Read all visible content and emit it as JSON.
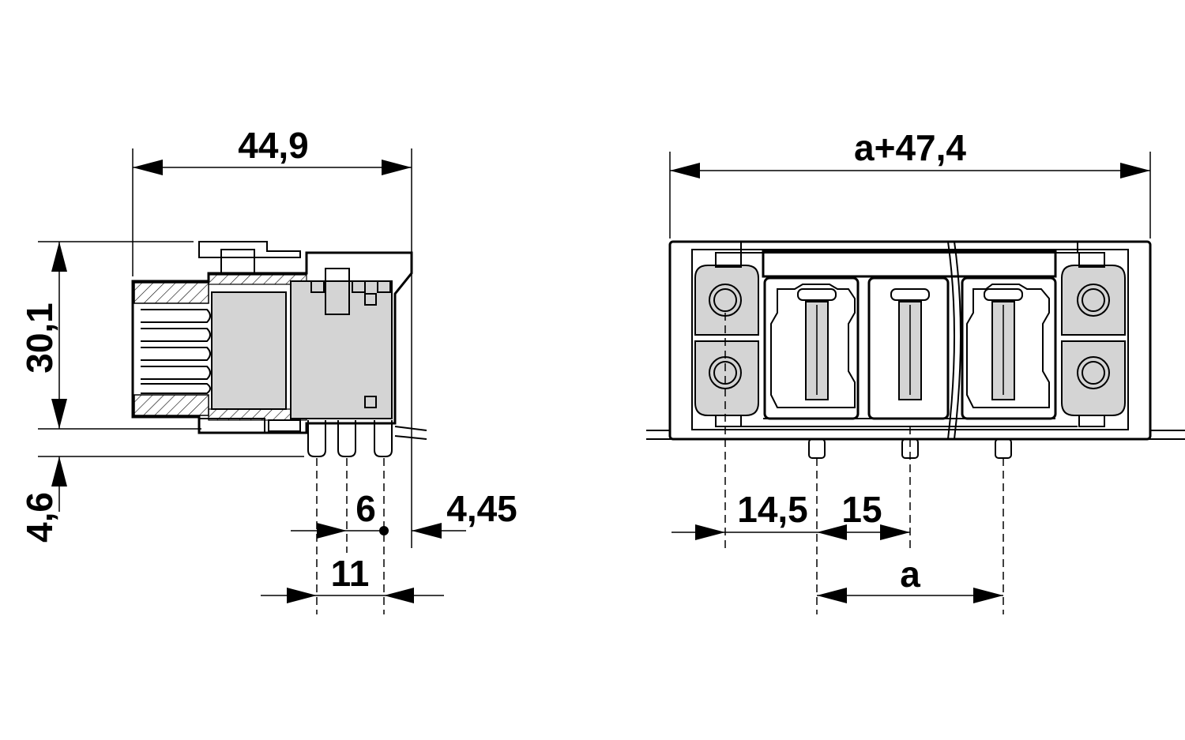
{
  "views": {
    "side": {
      "dimensions": {
        "width": "44,9",
        "height": "30,1",
        "pin_length": "4,6",
        "pitch": "6",
        "offset": "4,45",
        "span": "11"
      }
    },
    "front": {
      "dimensions": {
        "overall_width": "a+47,4",
        "first_pin_offset": "14,5",
        "pitch": "15",
        "pin_span": "a"
      }
    }
  }
}
